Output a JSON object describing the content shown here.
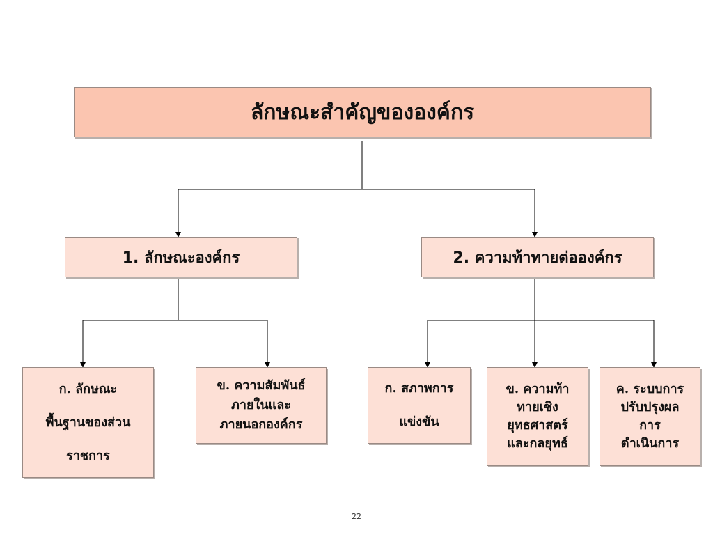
{
  "diagram": {
    "root": {
      "label": "ลักษณะสำคัญขององค์กร"
    },
    "branches": [
      {
        "label": "1. ลักษณะองค์กร",
        "children": [
          {
            "lines": [
              "ก. ลักษณะ",
              "พื้นฐานของส่วน",
              "ราชการ"
            ]
          },
          {
            "lines": [
              "ข. ความสัมพันธ์",
              "ภายในและ",
              "ภายนอกองค์กร"
            ]
          }
        ]
      },
      {
        "label": "2. ความท้าทายต่อองค์กร",
        "children": [
          {
            "lines": [
              "ก. สภาพการ",
              "แข่งขัน"
            ]
          },
          {
            "lines": [
              "ข. ความท้า",
              "ทายเชิง",
              "ยุทธศาสตร์",
              "และกลยุทธ์"
            ]
          },
          {
            "lines": [
              "ค. ระบบการ",
              "ปรับปรุงผล",
              "การ",
              "ดำเนินการ"
            ]
          }
        ]
      }
    ]
  },
  "page_number": "22"
}
